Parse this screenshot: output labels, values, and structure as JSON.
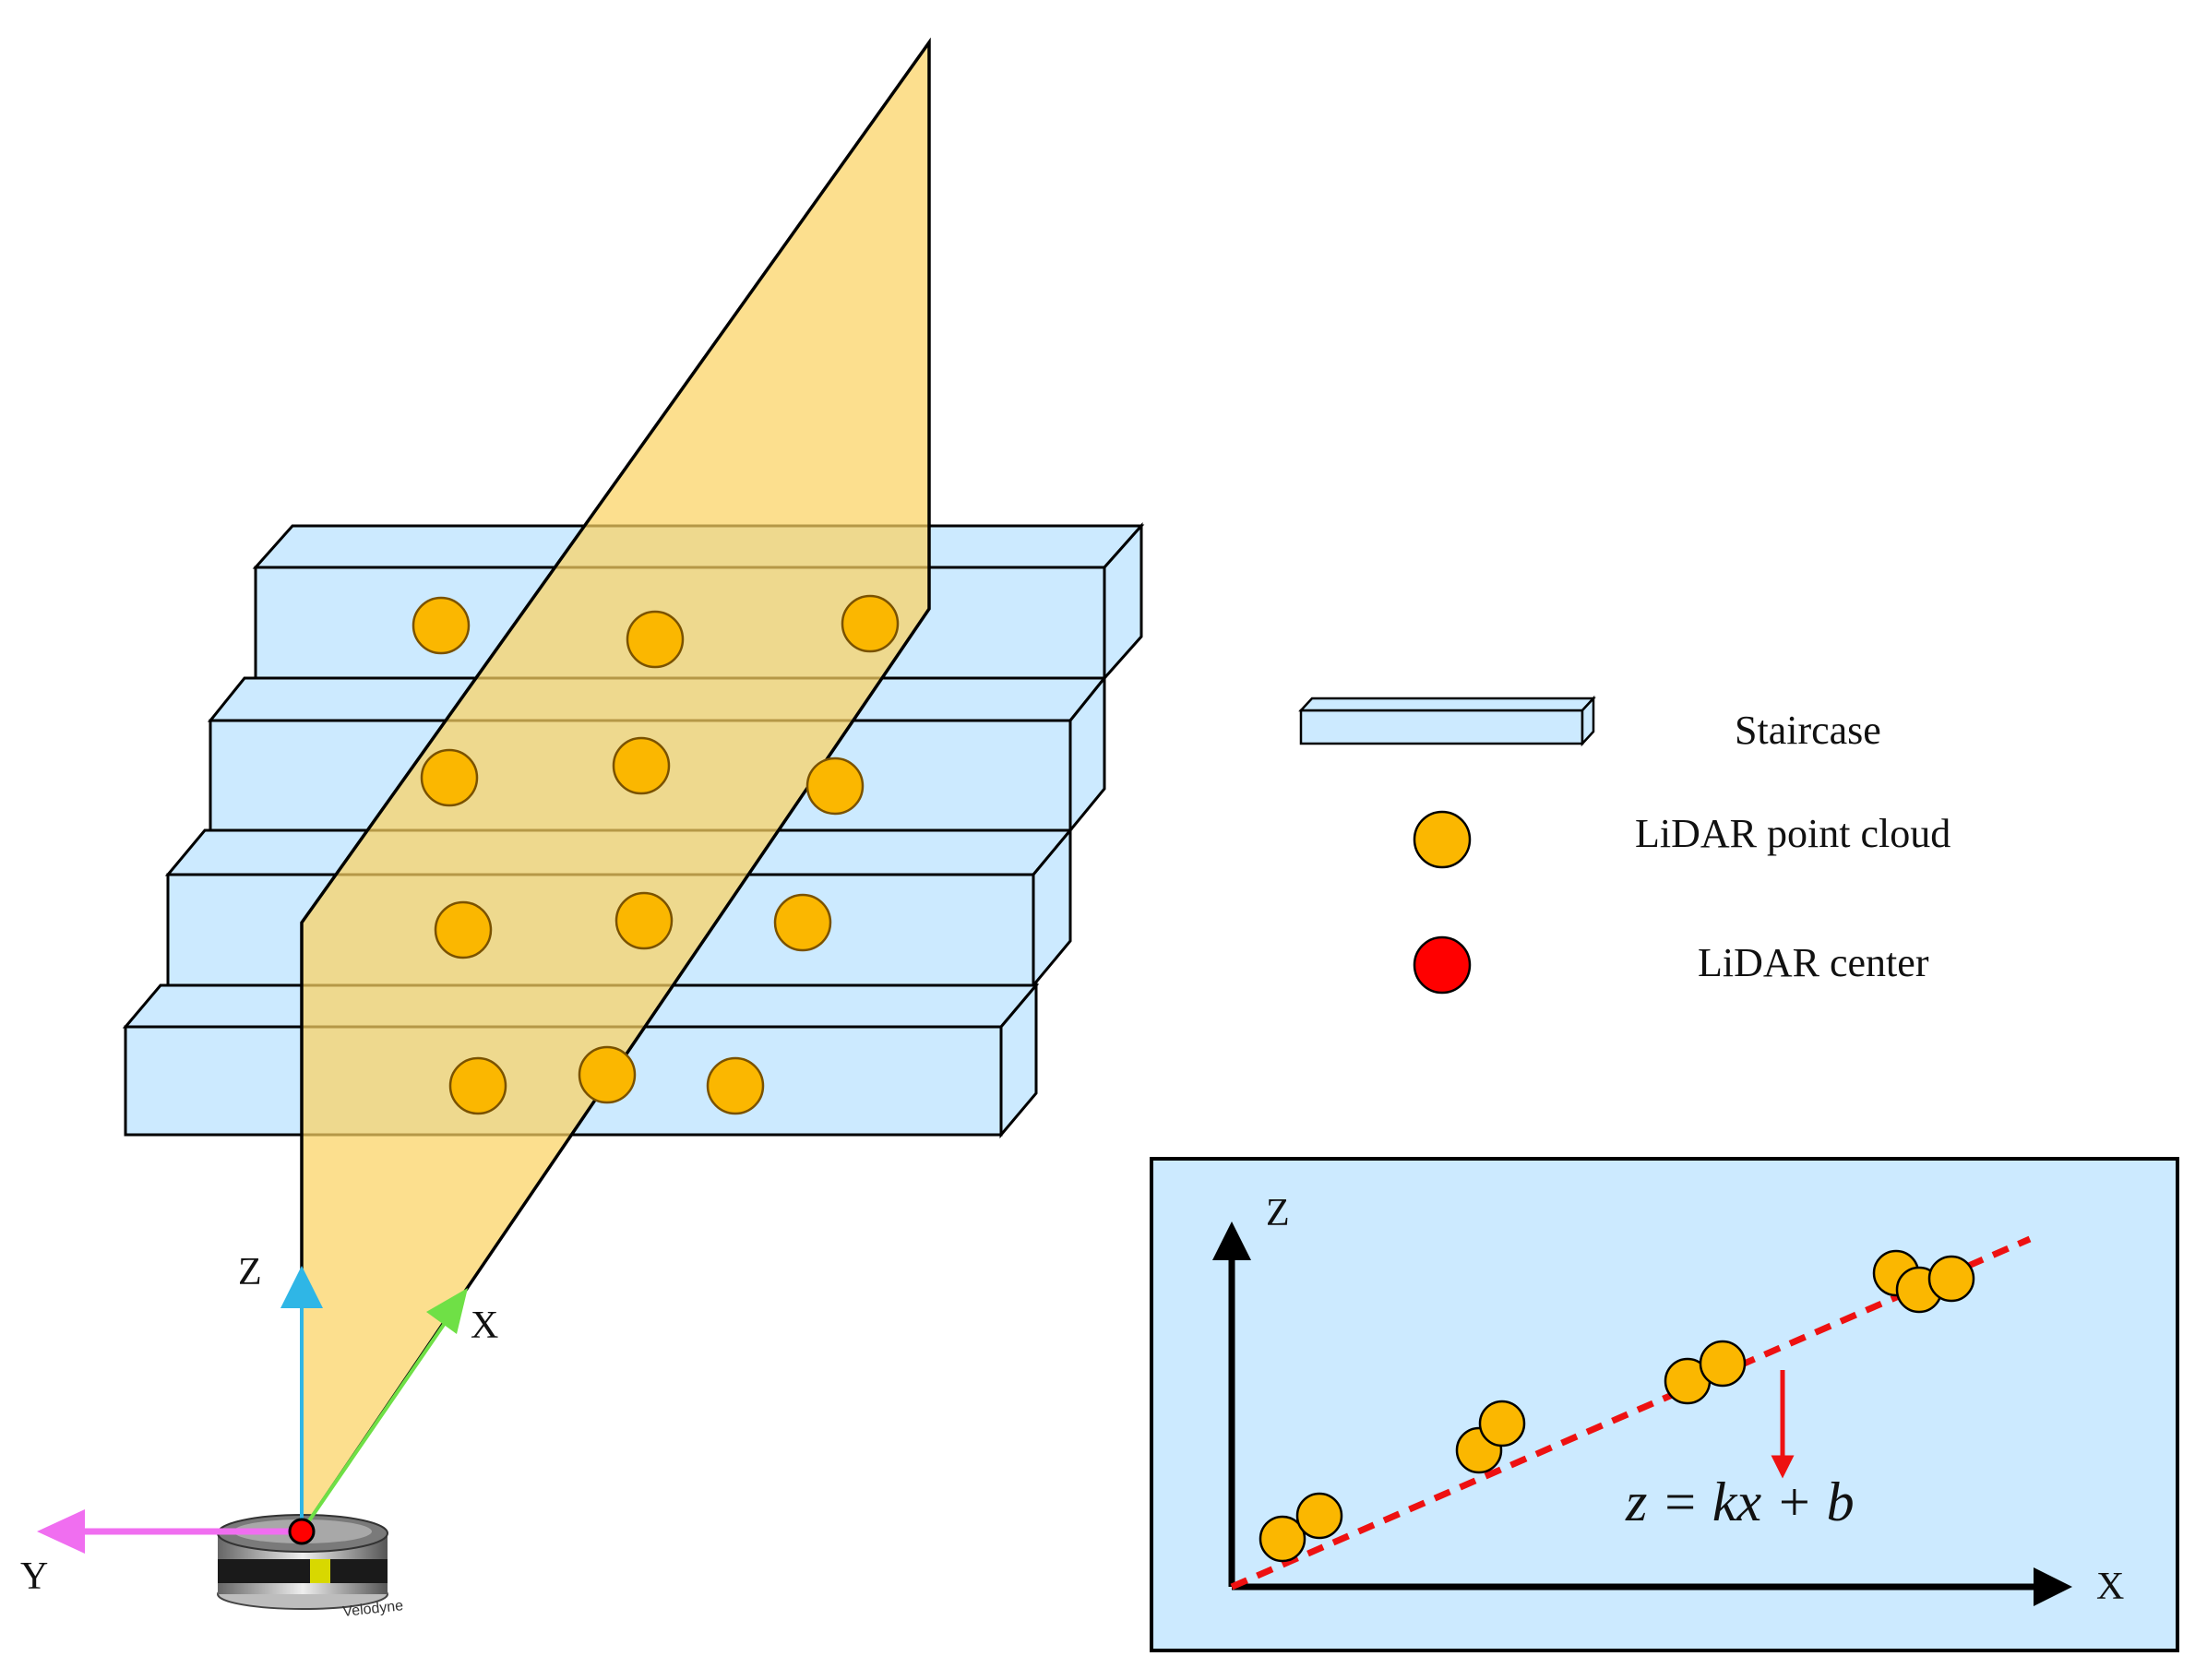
{
  "axes3d": {
    "z_label": "Z",
    "x_label": "X",
    "y_label": "Y"
  },
  "sensor": {
    "brand_label": "Velodyne"
  },
  "legend": {
    "staircase_label": "Staircase",
    "point_cloud_label": "LiDAR point cloud",
    "center_label": "LiDAR center"
  },
  "inset": {
    "z_label": "Z",
    "x_label": "X",
    "equation": "z = kx + b"
  },
  "colors": {
    "stair_fill": "#cceaff",
    "plane_fill": "#fbd263",
    "point_fill": "#fbb700",
    "center_fill": "#ff0000",
    "fit_line": "#ee1111",
    "y_axis": "#f06ef0",
    "z_axis": "#2fb6e6",
    "x_axis": "#6fe046"
  }
}
